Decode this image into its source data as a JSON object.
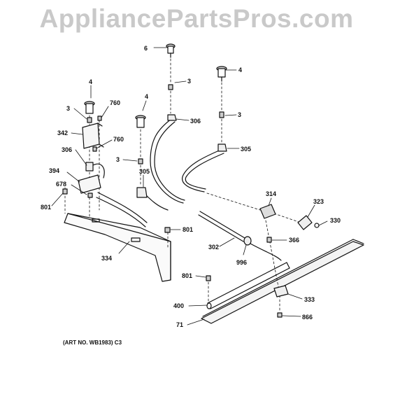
{
  "watermark": "AppliancePartsPros.com",
  "art_number": "(ART NO. WB1983) C3",
  "callouts": {
    "p6": "6",
    "p4_top": "4",
    "p3_top": "3",
    "p306_top": "306",
    "p3_right": "3",
    "p305_right": "305",
    "p4_left": "4",
    "p3_left": "3",
    "p760_a": "760",
    "p342": "342",
    "p760_b": "760",
    "p306_left": "306",
    "p4_mid": "4",
    "p3_mid": "3",
    "p305_mid": "305",
    "p394": "394",
    "p678": "678",
    "p801_left": "801",
    "p801_mid": "801",
    "p334": "334",
    "p314": "314",
    "p323": "323",
    "p330": "330",
    "p302": "302",
    "p366": "366",
    "p996": "996",
    "p801_low": "801",
    "p400": "400",
    "p333": "333",
    "p71": "71",
    "p866": "866"
  }
}
